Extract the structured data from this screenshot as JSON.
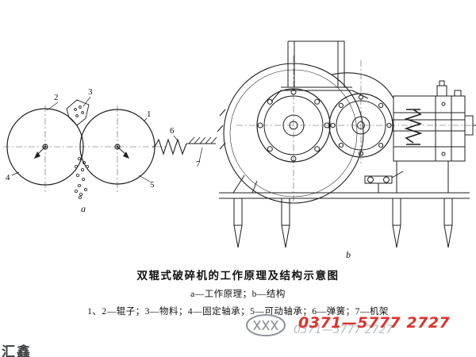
{
  "figure": {
    "title": "双辊式破碎机的工作原理及结构示意图",
    "caption_ab": "a—工作原理；b—结构",
    "caption_legend": "1、2—辊子；3—物料；4—固定轴承；5—可动轴承；6—弹簧；7—机架"
  },
  "diagram_a": {
    "label": "a",
    "callouts": {
      "c1": "1",
      "c2": "2",
      "c3": "3",
      "c4": "4",
      "c5": "5",
      "c6": "6",
      "c7": "7"
    }
  },
  "diagram_b": {
    "label": "b"
  },
  "watermark": {
    "phone": "0371—5777 2727",
    "phone_echo": "0371—5777 2727",
    "corner_mark": "汇鑫"
  },
  "colors": {
    "ink": "#1f1f1f",
    "phone_red": "#e0312a",
    "echo_gray": "#b5babd"
  }
}
